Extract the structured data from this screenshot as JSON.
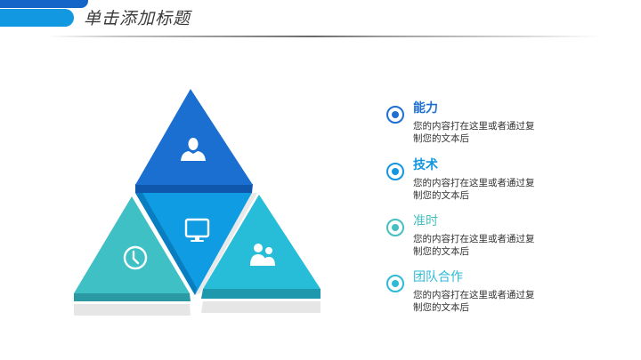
{
  "header": {
    "title": "单击添加标题",
    "bar_colors": {
      "top": "#1565c8",
      "main": "#1298e0"
    }
  },
  "pyramid": {
    "top": {
      "icon": "person-icon",
      "color": "#1a6fd0",
      "edge_color": "#0f56ad"
    },
    "center": {
      "icon": "monitor-icon",
      "color": "#0f9ce2",
      "edge_color": "#0a7cc0"
    },
    "left": {
      "icon": "clock-icon",
      "color": "#3fc0c4",
      "edge_color": "#2a99a4"
    },
    "right": {
      "icon": "group-icon",
      "color": "#27bdd8",
      "edge_color": "#1e98ad"
    },
    "shadow_color": "#e6e6e6"
  },
  "items": [
    {
      "label": "能力",
      "color": "#1e6fd1",
      "desc": "您的内容打在这里或者通过复制您的文本后"
    },
    {
      "label": "技术",
      "color": "#1296df",
      "desc": "您的内容打在这里或者通过复制您的文本后"
    },
    {
      "label": "准时",
      "color": "#45bfc1",
      "desc": "您的内容打在这里或者通过复制您的文本后"
    },
    {
      "label": "团队合作",
      "color": "#2cbad6",
      "desc": "您的内容打在这里或者通过复制您的文本后"
    }
  ]
}
